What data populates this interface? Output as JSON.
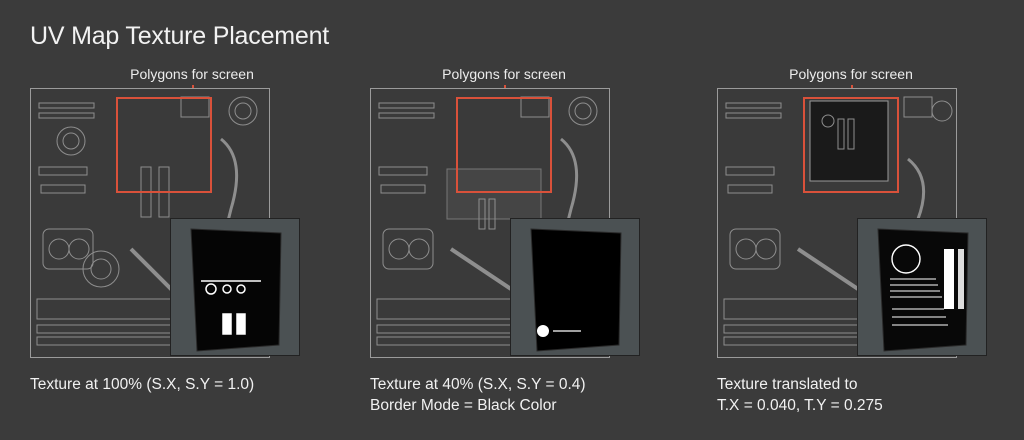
{
  "title": "UV Map Texture Placement",
  "panels": [
    {
      "callout": "Polygons for screen",
      "caption_lines": [
        "Texture at 100% (S.X, S.Y = 1.0)"
      ]
    },
    {
      "callout": "Polygons for screen",
      "caption_lines": [
        "Texture at 40% (S.X, S.Y = 0.4)",
        "Border Mode = Black Color"
      ]
    },
    {
      "callout": "Polygons for screen",
      "caption_lines": [
        "Texture translated to",
        "T.X = 0.040, T.Y = 0.275"
      ]
    }
  ],
  "colors": {
    "background": "#3b3b3b",
    "polygon_outline": "#d9513a",
    "wireframe": "#9b9b9b",
    "text": "#f1f1f1"
  }
}
